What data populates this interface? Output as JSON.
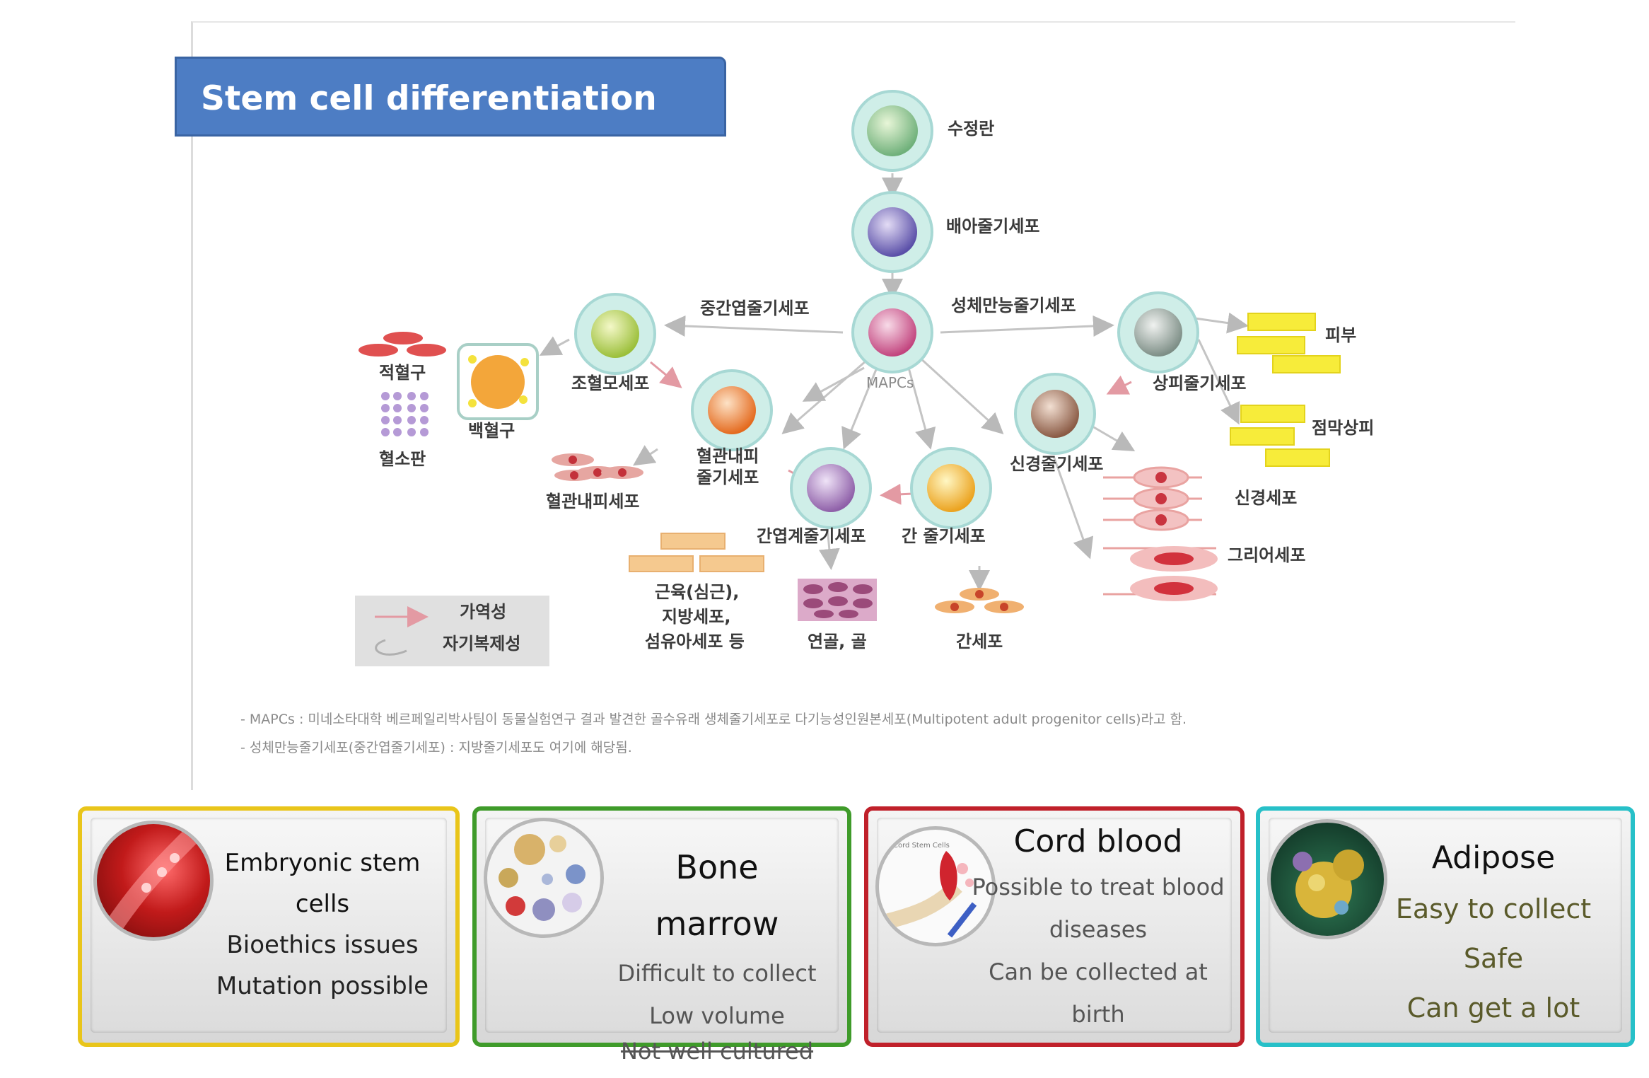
{
  "title": "Stem cell differentiation process",
  "diagram": {
    "fertilized_egg": "수정란",
    "embryonic_stem": "배아줄기세포",
    "mesenchymal": "중간엽줄기세포",
    "adult_pluripotent": "성체만능줄기세포",
    "mapcs": "MAPCs",
    "hematopoietic": "조혈모세포",
    "red_blood": "적혈구",
    "white_blood": "백혈구",
    "platelet": "혈소판",
    "endothelial_stem_1": "혈관내피",
    "endothelial_stem_2": "줄기세포",
    "endothelial_cell": "혈관내피세포",
    "mesoderm_stem": "간엽계줄기세포",
    "liver_stem": "간 줄기세포",
    "neural_stem": "신경줄기세포",
    "epithelial_stem": "상피줄기세포",
    "skin": "피부",
    "mucosal": "점막상피",
    "neuron": "신경세포",
    "glial": "그리어세포",
    "muscle_1": "근육(심근),",
    "muscle_2": "지방세포,",
    "muscle_3": "섬유아세포 등",
    "cartilage": "연골, 골",
    "liver_cell": "간세포",
    "legend_reversible": "가역성",
    "legend_self_renewal": "자기복제성",
    "note1": "- MAPCs : 미네소타대학 베르페일리박사팀이 동물실험연구 결과 발견한 골수유래 생체줄기세포로 다기능성인원본세포(Multipotent adult progenitor cells)라고 함.",
    "note2": "- 성체만능줄기세포(중간엽줄기세포) : 지방줄기세포도 여기에 해당됨."
  },
  "cards": [
    {
      "title_1": "Embryonic stem",
      "title_2": "cells",
      "line_1": "Bioethics issues",
      "line_2": "Mutation possible",
      "color": "#e9c51a"
    },
    {
      "title_1": "Bone",
      "title_2": "marrow",
      "line_1": "Difficult to collect",
      "line_2": "Low volume",
      "line_3": "Not well cultured",
      "color": "#3f9b2a"
    },
    {
      "title": "Cord blood",
      "line_1": "Possible to treat blood",
      "line_2": "diseases",
      "line_3": "Can be collected at",
      "line_4": "birth",
      "thumb_caption": "Cord Stem Cells",
      "color": "#c0202a"
    },
    {
      "title": "Adipose",
      "line_1": "Easy to collect",
      "line_2": "Safe",
      "line_3": "Can get a lot",
      "color": "#27c0c8"
    }
  ]
}
